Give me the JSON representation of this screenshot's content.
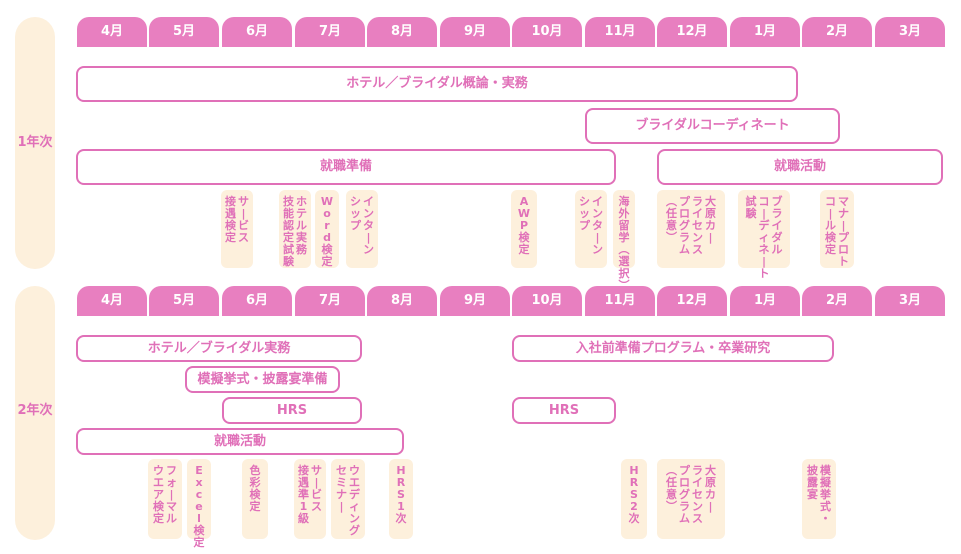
{
  "months": [
    "4月",
    "5月",
    "6月",
    "7月",
    "8月",
    "9月",
    "10月",
    "11月",
    "12月",
    "1月",
    "2月",
    "3月"
  ],
  "year1": {
    "label": "1年次",
    "bars": [
      {
        "text": "ホテル／ブライダル概論・実務"
      },
      {
        "text": "ブライダルコーディネート"
      },
      {
        "text": "就職準備"
      },
      {
        "text": "就職活動"
      }
    ],
    "items": [
      {
        "lines": [
          "サービス",
          "接遇検定"
        ]
      },
      {
        "lines": [
          "ホテル実務",
          "技能認定試験"
        ]
      },
      {
        "lines": [
          "Word検定"
        ]
      },
      {
        "lines": [
          "インターン",
          "シップ"
        ]
      },
      {
        "lines": [
          "AWP検定"
        ]
      },
      {
        "lines": [
          "インターン",
          "シップ"
        ]
      },
      {
        "lines": [
          "海外留学（選択）"
        ]
      },
      {
        "lines": [
          "大原カー",
          "ライセンス",
          "プログラム",
          "（任意）"
        ]
      },
      {
        "lines": [
          "ブライダル",
          "コーディネート",
          "試験"
        ]
      },
      {
        "lines": [
          "マナープロト",
          "コール検定"
        ]
      }
    ]
  },
  "year2": {
    "label": "2年次",
    "bars": [
      {
        "text": "ホテル／ブライダル実務"
      },
      {
        "text": "入社前準備プログラム・卒業研究"
      },
      {
        "text": "模擬挙式・披露宴準備"
      },
      {
        "text": "HRS"
      },
      {
        "text": "HRS"
      },
      {
        "text": "就職活動"
      }
    ],
    "items": [
      {
        "lines": [
          "フォーマル",
          "ウエア検定"
        ]
      },
      {
        "lines": [
          "Excel検定"
        ]
      },
      {
        "lines": [
          "色彩検定"
        ]
      },
      {
        "lines": [
          "サービス",
          "接遇準1級"
        ]
      },
      {
        "lines": [
          "ウエディング",
          "セミナー"
        ]
      },
      {
        "lines": [
          "HRS1次"
        ]
      },
      {
        "lines": [
          "HRS2次"
        ]
      },
      {
        "lines": [
          "大原カー",
          "ライセンス",
          "プログラム",
          "（任意）"
        ]
      },
      {
        "lines": [
          "模擬挙式・",
          "披露宴"
        ]
      }
    ]
  }
}
